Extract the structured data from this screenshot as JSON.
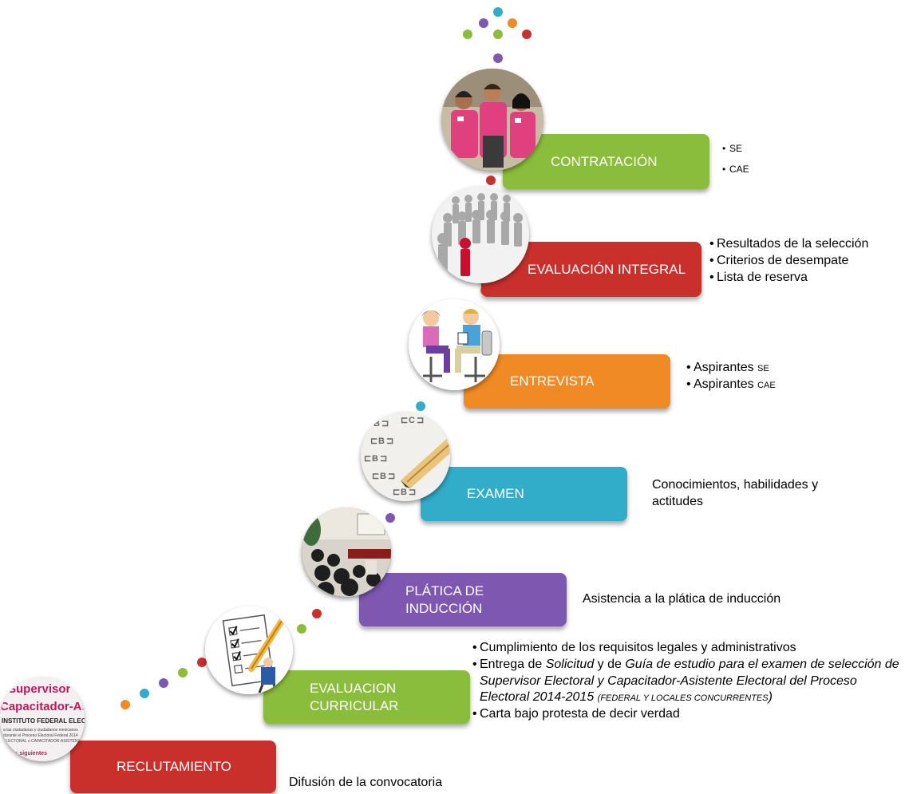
{
  "colors": {
    "red": "#c9302c",
    "green": "#8bbd3c",
    "purple": "#7e57b1",
    "cyan": "#31acc9",
    "orange": "#f08a24"
  },
  "steps": {
    "reclutamiento": {
      "label": "RECLUTAMIENTO",
      "desc": "Difusión de la convocatoria"
    },
    "evaluacion_curricular": {
      "label": "EVALUACION CURRICULAR",
      "bullet1": "Cumplimiento de los requisitos legales y administrativos",
      "bullet2_a": "Entrega de ",
      "bullet2_b": "Solicitud",
      "bullet2_c": " y de ",
      "bullet2_d": "Guía de estudio para el examen de selección de Supervisor Electoral y Capacitador-Asistente Electoral del Proceso Electoral 2014-2015 ",
      "bullet2_e": "(FEDERAL Y LOCALES CONCURRENTES",
      "bullet2_f": ")",
      "bullet3": "Carta bajo protesta de decir verdad"
    },
    "platica": {
      "label": "PLÁTICA DE INDUCCIÓN",
      "desc": "Asistencia a la plática de inducción"
    },
    "examen": {
      "label": "EXAMEN",
      "desc": "Conocimientos, habilidades y actitudes"
    },
    "entrevista": {
      "label": "ENTREVISTA",
      "b1_text": "Aspirantes ",
      "b1_small": "SE",
      "b2_text": "Aspirantes ",
      "b2_small": "CAE"
    },
    "evaluacion_integral": {
      "label": "EVALUACIÓN INTEGRAL",
      "b1": "Resultados de la selección",
      "b2": "Criterios de desempate",
      "b3": "Lista de reserva"
    },
    "contratacion": {
      "label": "CONTRATACIÓN",
      "b1": "SE",
      "b2": "CAE"
    }
  },
  "poster": {
    "line1": "Supervisor",
    "line2": "Capacitador-Asistente",
    "line3": "INSTITUTO FEDERAL ELECTORAL",
    "line4": "a las ciudadanas y ciudadanos mexicanos",
    "line5": "durante el Proceso Electoral Federal 2014",
    "line6": "ELECTORAL o CAPACITADOR-ASISTENTE",
    "line7": "r las siguientes"
  },
  "exam_sheet": {
    "mark1": "B",
    "mark2": "C"
  }
}
